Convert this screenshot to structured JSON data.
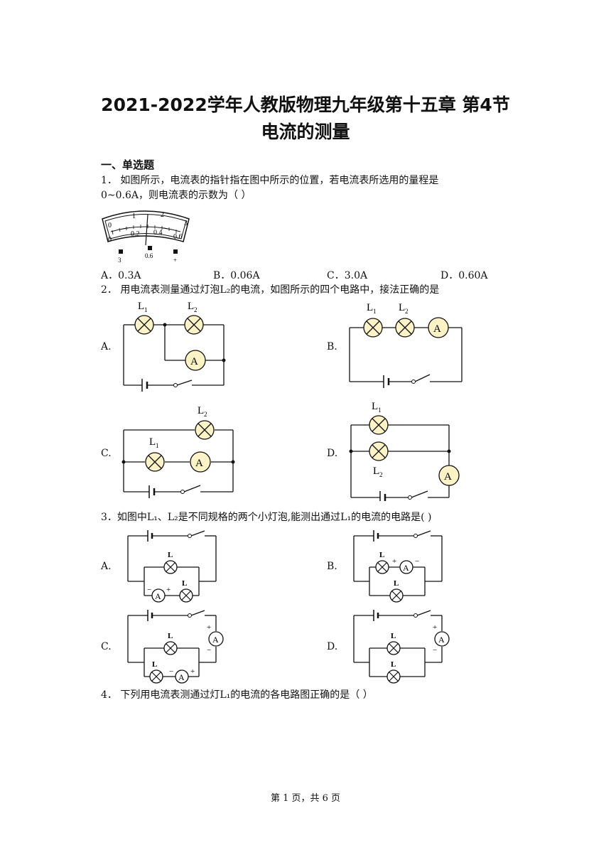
{
  "title_line1": "2021-2022学年人教版物理九年级第十五章 第4节",
  "title_line2": "电流的测量",
  "section1": "一、单选题",
  "q1": {
    "line1": "1．   如图所示，电流表的指针指在图中所示的位置，若电流表所选用的量程是",
    "line2": "0~0.6A，则电流表的示数为（          ）",
    "meter": {
      "top_scale": [
        "0",
        "1",
        "2",
        "3"
      ],
      "bottom_scale": [
        "0",
        "0.2",
        "0.4",
        "0.6"
      ],
      "terminals": [
        "3",
        "0.6",
        "+"
      ],
      "needle_reading_on_0_to_3_scale": 1.5
    },
    "options": [
      "A．0.3A",
      "B．0.06A",
      "C．3.0A",
      "D．0.60A"
    ]
  },
  "q2": {
    "text": "2．   用电流表测量通过灯泡L₂的电流，如图所示的四个电路中，接法正确的是",
    "options": [
      "A.",
      "B.",
      "C.",
      "D."
    ],
    "labels": {
      "l1": "L",
      "l2": "L",
      "sub1": "1",
      "sub2": "2",
      "ammeter": "A"
    }
  },
  "q3": {
    "text": "3．如图中L₁、L₂是不同规格的两个小灯泡,能测出通过L₁的电流的电路是(          )",
    "options": [
      "A.",
      "B.",
      "C.",
      "D."
    ],
    "labels": {
      "ammeter": "A",
      "plus": "+",
      "minus": "−"
    }
  },
  "q4": {
    "text": "4．   下列用电流表测通过灯L₁的电流的各电路图正确的是（          ）"
  },
  "footer": "第 1 页，共 6 页",
  "colors": {
    "lamp_fill": "#fdf3c4",
    "line": "#111111"
  }
}
